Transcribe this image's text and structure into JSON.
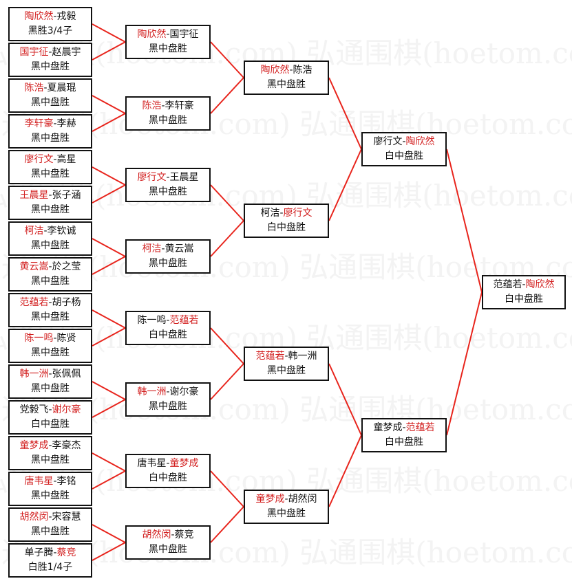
{
  "watermark": "弘通围棋(hoetom.com) 弘通围棋(hoetom.com) 弘通围棋(hoetom.com)",
  "colors": {
    "winner": "#d21e1e",
    "text": "#111111",
    "connector": "#e8241c",
    "border": "#111111"
  },
  "bracket": {
    "rounds": [
      [
        {
          "a": "陶欣然",
          "b": "戎毅",
          "winner": "a",
          "result": "黑胜3/4子"
        },
        {
          "a": "国宇征",
          "b": "赵晨宇",
          "winner": "a",
          "result": "黑中盘胜"
        },
        {
          "a": "陈浩",
          "b": "夏晨琨",
          "winner": "a",
          "result": "黑中盘胜"
        },
        {
          "a": "李轩豪",
          "b": "李赫",
          "winner": "a",
          "result": "黑中盘胜"
        },
        {
          "a": "廖行文",
          "b": "高星",
          "winner": "a",
          "result": "黑中盘胜"
        },
        {
          "a": "王晨星",
          "b": "张子涵",
          "winner": "a",
          "result": "黑中盘胜"
        },
        {
          "a": "柯洁",
          "b": "李钦诚",
          "winner": "a",
          "result": "黑中盘胜"
        },
        {
          "a": "黄云嵩",
          "b": "於之莹",
          "winner": "a",
          "result": "黑中盘胜"
        },
        {
          "a": "范蕴若",
          "b": "胡子杨",
          "winner": "a",
          "result": "黑中盘胜"
        },
        {
          "a": "陈一鸣",
          "b": "陈贤",
          "winner": "a",
          "result": "黑中盘胜"
        },
        {
          "a": "韩一洲",
          "b": "张佩佩",
          "winner": "a",
          "result": "黑中盘胜"
        },
        {
          "a": "党毅飞",
          "b": "谢尔豪",
          "winner": "b",
          "result": "白中盘胜"
        },
        {
          "a": "童梦成",
          "b": "李豪杰",
          "winner": "a",
          "result": "黑中盘胜"
        },
        {
          "a": "唐韦星",
          "b": "李铭",
          "winner": "a",
          "result": "黑中盘胜"
        },
        {
          "a": "胡然闵",
          "b": "宋容慧",
          "winner": "a",
          "result": "黑中盘胜"
        },
        {
          "a": "单子腾",
          "b": "蔡竞",
          "winner": "b",
          "result": "白胜1/4子"
        }
      ],
      [
        {
          "a": "陶欣然",
          "b": "国宇征",
          "winner": "a",
          "result": "黑中盘胜"
        },
        {
          "a": "陈浩",
          "b": "李轩豪",
          "winner": "a",
          "result": "黑中盘胜"
        },
        {
          "a": "廖行文",
          "b": "王晨星",
          "winner": "a",
          "result": "黑中盘胜"
        },
        {
          "a": "柯洁",
          "b": "黄云嵩",
          "winner": "a",
          "result": "黑中盘胜"
        },
        {
          "a": "陈一鸣",
          "b": "范蕴若",
          "winner": "b",
          "result": "白中盘胜"
        },
        {
          "a": "韩一洲",
          "b": "谢尔豪",
          "winner": "a",
          "result": "黑中盘胜"
        },
        {
          "a": "唐韦星",
          "b": "童梦成",
          "winner": "b",
          "result": "白中盘胜"
        },
        {
          "a": "胡然闵",
          "b": "蔡竞",
          "winner": "a",
          "result": "黑中盘胜"
        }
      ],
      [
        {
          "a": "陶欣然",
          "b": "陈浩",
          "winner": "a",
          "result": "黑中盘胜"
        },
        {
          "a": "柯洁",
          "b": "廖行文",
          "winner": "b",
          "result": "白中盘胜"
        },
        {
          "a": "范蕴若",
          "b": "韩一洲",
          "winner": "a",
          "result": "黑中盘胜"
        },
        {
          "a": "童梦成",
          "b": "胡然闵",
          "winner": "a",
          "result": "黑中盘胜"
        }
      ],
      [
        {
          "a": "廖行文",
          "b": "陶欣然",
          "winner": "b",
          "result": "白中盘胜"
        },
        {
          "a": "童梦成",
          "b": "范蕴若",
          "winner": "b",
          "result": "白中盘胜"
        }
      ],
      [
        {
          "a": "范蕴若",
          "b": "陶欣然",
          "winner": "b",
          "result": "白中盘胜"
        }
      ]
    ]
  }
}
